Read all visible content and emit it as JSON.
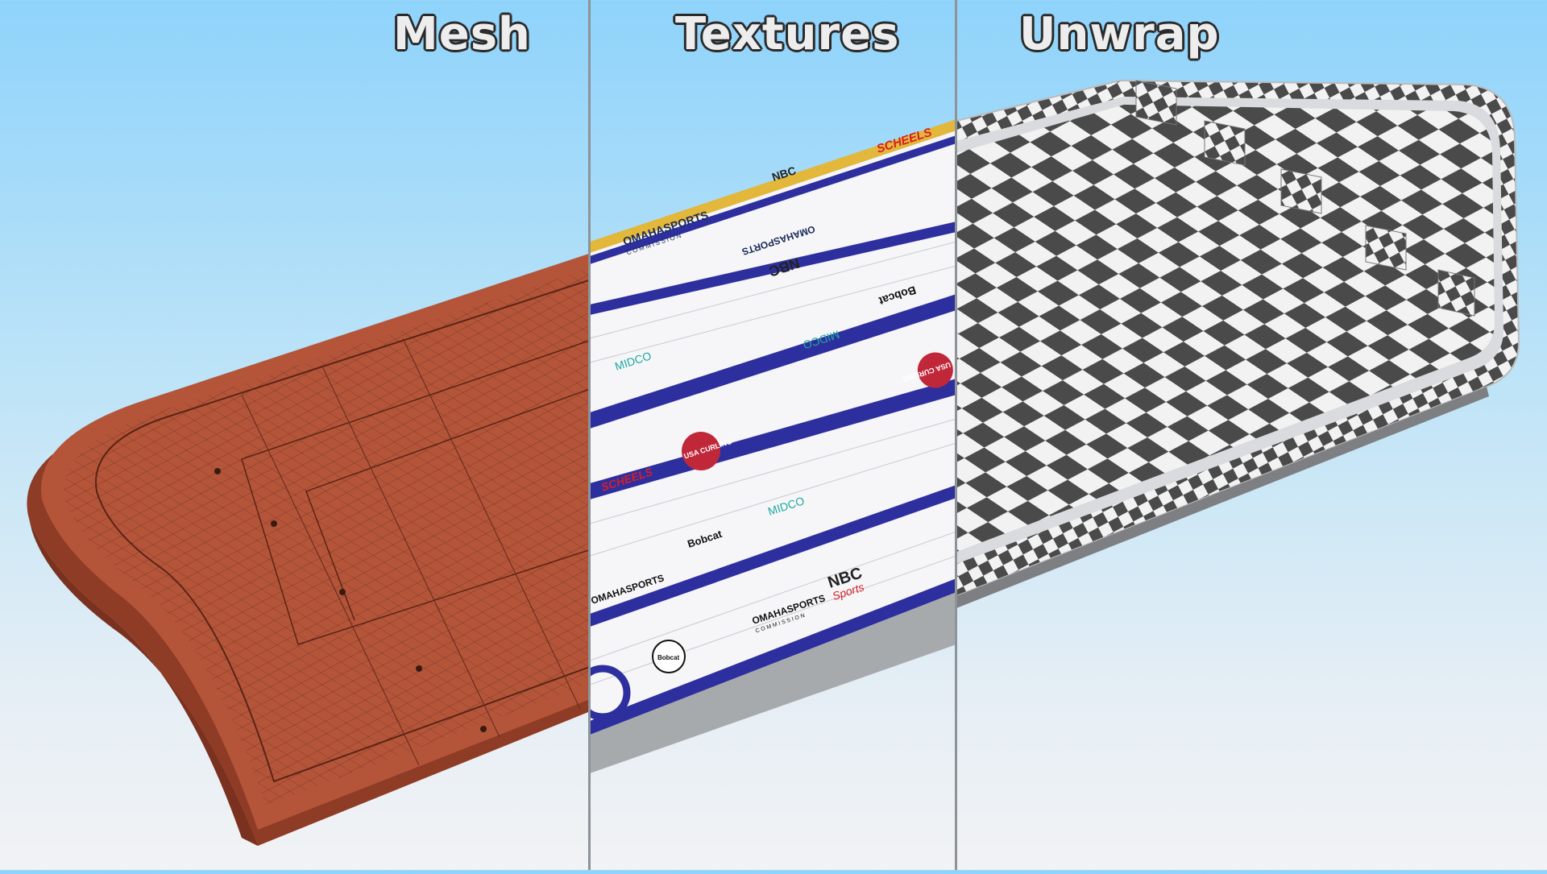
{
  "panels": [
    {
      "title": "Mesh"
    },
    {
      "title": "Textures"
    },
    {
      "title": "Unwrap"
    }
  ],
  "sponsors": {
    "omaha": "OMAHASPORTS",
    "omaha_sub": "COMMISSION",
    "nbc": "NBC",
    "nbc_sports": "Sports",
    "scheels": "SCHEELS",
    "midco": "MIDCO",
    "bobcat": "Bobcat",
    "usa_curling": "USA CURLING"
  },
  "colors": {
    "mesh": "#b4553a",
    "ice_stripe": "#2e2f9e",
    "checker_dark": "#4a4a4a",
    "checker_light": "#f2f2f2",
    "scheels_red": "#d42027",
    "midco_teal": "#1ea9a0"
  }
}
